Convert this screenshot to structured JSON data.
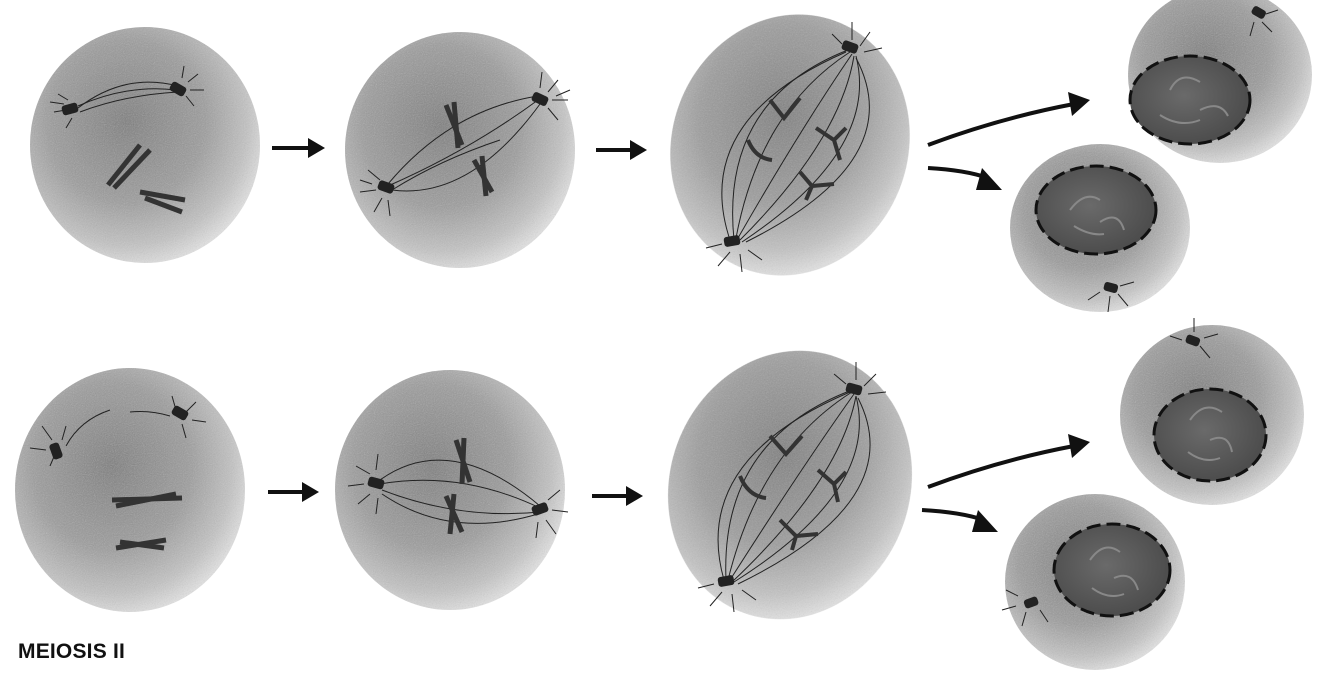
{
  "caption": "MEIOSIS II",
  "diagram": {
    "rows": [
      {
        "stages": [
          "prophase-ii",
          "metaphase-ii",
          "anaphase-ii"
        ],
        "daughters": 2
      },
      {
        "stages": [
          "prophase-ii",
          "metaphase-ii",
          "anaphase-ii"
        ],
        "daughters": 2
      }
    ]
  },
  "colors": {
    "cell_fill": "#8a8a8a",
    "cell_light": "#d4d4d4",
    "nucleus_fill": "#5a5a5a",
    "line": "#111111"
  }
}
